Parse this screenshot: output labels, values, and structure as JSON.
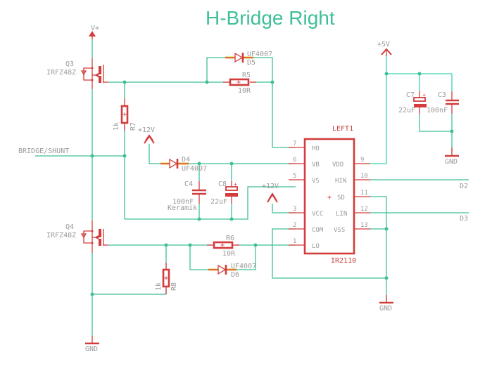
{
  "title": "H-Bridge Right",
  "ic": {
    "name": "LEFT1",
    "value": "IR2110",
    "left_pins": [
      {
        "num": "7",
        "name": "HO"
      },
      {
        "num": "6",
        "name": "VB"
      },
      {
        "num": "5",
        "name": "VS"
      },
      {
        "num": "3",
        "name": "VCC"
      },
      {
        "num": "2",
        "name": "COM"
      },
      {
        "num": "1",
        "name": "LO"
      }
    ],
    "right_pins": [
      {
        "num": "9",
        "name": "VDD"
      },
      {
        "num": "10",
        "name": "HIN"
      },
      {
        "num": "11",
        "name": "SD"
      },
      {
        "num": "12",
        "name": "LIN"
      },
      {
        "num": "13",
        "name": "VSS"
      }
    ]
  },
  "components": {
    "q3": {
      "name": "Q3",
      "value": "IRFZ48Z"
    },
    "q4": {
      "name": "Q4",
      "value": "IRFZ48Z"
    },
    "d4": {
      "name": "D4",
      "value": "UF4007"
    },
    "d5": {
      "name": "D5",
      "value": "UF4007"
    },
    "d6": {
      "name": "D6",
      "value": "UF4007"
    },
    "r5": {
      "name": "R5",
      "value": "10R"
    },
    "r6": {
      "name": "R6",
      "value": "10R"
    },
    "r7": {
      "name": "R7",
      "value": "1k"
    },
    "r8": {
      "name": "R8",
      "value": "1k"
    },
    "c3": {
      "name": "C3",
      "value": "100nF"
    },
    "c4": {
      "name": "C4",
      "value": "100nF",
      "note": "Keramik"
    },
    "c7": {
      "name": "C7",
      "value": "22uF"
    },
    "c8": {
      "name": "C8",
      "value": "22uF"
    }
  },
  "supplies": {
    "vplus": "V+",
    "v12a": "+12V",
    "v12b": "+12V",
    "v5": "+5V",
    "gnd1": "GND",
    "gnd2": "GND",
    "gnd3": "GND"
  },
  "nets": {
    "bridge": "BRIDGE/SHUNT",
    "d2": "D2",
    "d3": "D3"
  },
  "colors": {
    "wire": "#3fbf98",
    "symbol": "#d23c3c",
    "text": "#9a9a9a",
    "title": "#3fbf98"
  }
}
